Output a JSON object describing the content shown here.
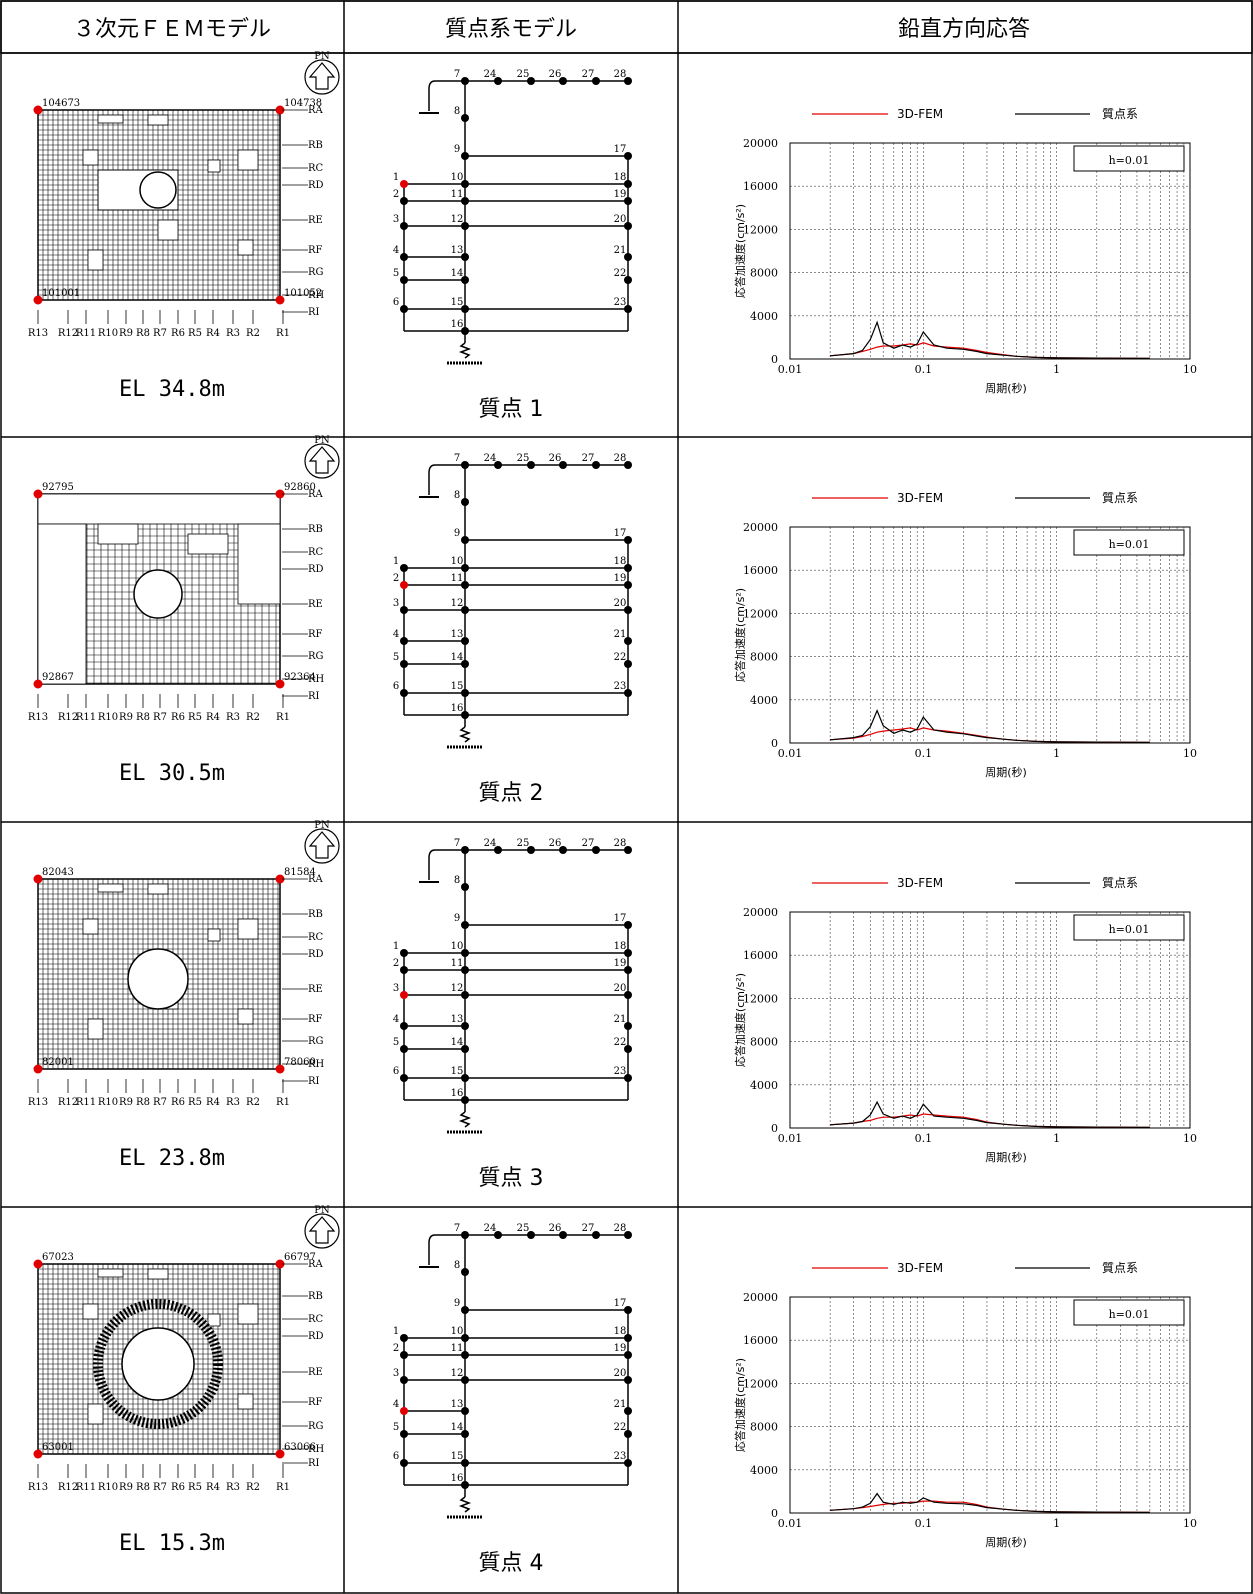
{
  "headers": [
    "３次元ＦＥＭモデル",
    "質点系モデル",
    "鉛直方向応答"
  ],
  "compass_label": "PN",
  "row_axis_labels": [
    "RA",
    "RB",
    "RC",
    "RD",
    "RE",
    "RF",
    "RG",
    "RH",
    "RI"
  ],
  "col_axis_labels": [
    "R13",
    "R12",
    "R11",
    "R10",
    "R9",
    "R8",
    "R7",
    "R6",
    "R5",
    "R4",
    "R3",
    "R2",
    "R1"
  ],
  "stick_node_labels": [
    "1",
    "2",
    "3",
    "4",
    "5",
    "6",
    "7",
    "8",
    "9",
    "10",
    "11",
    "12",
    "13",
    "14",
    "15",
    "16",
    "17",
    "18",
    "19",
    "20",
    "21",
    "22",
    "23",
    "24",
    "25",
    "26",
    "27",
    "28"
  ],
  "legend": {
    "fem": "3D-FEM",
    "stick": "質点系"
  },
  "damping_label": "h=0.01",
  "ylabel": "応答加速度(cm/s²)",
  "xlabel": "周期(秒)",
  "colors": {
    "fem": "#e00000",
    "stick": "#000000",
    "highlight": "#e00000"
  },
  "rows": [
    {
      "elevation": "EL 34.8m",
      "mass_point": "質点 1",
      "corner_nodes": {
        "tl": "104673",
        "tr": "104738",
        "bl": "101001",
        "br": "101052"
      },
      "highlight_node": 1
    },
    {
      "elevation": "EL 30.5m",
      "mass_point": "質点 2",
      "corner_nodes": {
        "tl": "92795",
        "tr": "92860",
        "bl": "92867",
        "br": "92364"
      },
      "highlight_node": 2
    },
    {
      "elevation": "EL 23.8m",
      "mass_point": "質点 3",
      "corner_nodes": {
        "tl": "82043",
        "tr": "81584",
        "bl": "82001",
        "br": "78060"
      },
      "highlight_node": 3
    },
    {
      "elevation": "EL 15.3m",
      "mass_point": "質点 4",
      "corner_nodes": {
        "tl": "67023",
        "tr": "66797",
        "bl": "63001",
        "br": "63066"
      },
      "highlight_node": 4
    }
  ],
  "chart_data": [
    {
      "type": "line",
      "xscale": "log",
      "xlim": [
        0.01,
        10
      ],
      "ylim": [
        0,
        20000
      ],
      "xticks": [
        "0.01",
        "0.1",
        "1",
        "10"
      ],
      "yticks": [
        "0",
        "4000",
        "8000",
        "12000",
        "16000",
        "20000"
      ],
      "xlabel": "周期(秒)",
      "ylabel": "応答加速度(cm/s²)",
      "series": [
        {
          "name": "3D-FEM",
          "color": "#e00000",
          "x": [
            0.02,
            0.03,
            0.035,
            0.04,
            0.045,
            0.05,
            0.06,
            0.07,
            0.08,
            0.09,
            0.1,
            0.12,
            0.15,
            0.2,
            0.25,
            0.3,
            0.4,
            0.5,
            0.7,
            1,
            2,
            5
          ],
          "y": [
            300,
            500,
            700,
            900,
            1100,
            1200,
            1200,
            1300,
            1400,
            1300,
            1500,
            1200,
            1100,
            1000,
            800,
            600,
            400,
            250,
            150,
            100,
            80,
            60
          ]
        },
        {
          "name": "質点系",
          "color": "#000000",
          "x": [
            0.02,
            0.03,
            0.035,
            0.04,
            0.045,
            0.05,
            0.06,
            0.07,
            0.08,
            0.09,
            0.1,
            0.12,
            0.15,
            0.2,
            0.25,
            0.3,
            0.4,
            0.5,
            0.7,
            1,
            2,
            5
          ],
          "y": [
            300,
            500,
            800,
            1800,
            3400,
            1500,
            1000,
            1300,
            1100,
            1400,
            2500,
            1300,
            1000,
            900,
            700,
            500,
            350,
            250,
            150,
            100,
            80,
            60
          ]
        }
      ]
    },
    {
      "type": "line",
      "xscale": "log",
      "xlim": [
        0.01,
        10
      ],
      "ylim": [
        0,
        20000
      ],
      "xticks": [
        "0.01",
        "0.1",
        "1",
        "10"
      ],
      "yticks": [
        "0",
        "4000",
        "8000",
        "12000",
        "16000",
        "20000"
      ],
      "xlabel": "周期(秒)",
      "ylabel": "応答加速度(cm/s²)",
      "series": [
        {
          "name": "3D-FEM",
          "color": "#e00000",
          "x": [
            0.02,
            0.03,
            0.035,
            0.04,
            0.045,
            0.05,
            0.06,
            0.07,
            0.08,
            0.09,
            0.1,
            0.12,
            0.15,
            0.2,
            0.25,
            0.3,
            0.4,
            0.5,
            0.7,
            1,
            2,
            5
          ],
          "y": [
            300,
            450,
            600,
            800,
            1000,
            1100,
            1200,
            1300,
            1400,
            1200,
            1400,
            1200,
            1100,
            900,
            700,
            550,
            350,
            250,
            150,
            100,
            80,
            60
          ]
        },
        {
          "name": "質点系",
          "color": "#000000",
          "x": [
            0.02,
            0.03,
            0.035,
            0.04,
            0.045,
            0.05,
            0.06,
            0.07,
            0.08,
            0.09,
            0.1,
            0.12,
            0.15,
            0.2,
            0.25,
            0.3,
            0.4,
            0.5,
            0.7,
            1,
            2,
            5
          ],
          "y": [
            300,
            500,
            700,
            1500,
            3000,
            1600,
            900,
            1200,
            1000,
            1300,
            2400,
            1200,
            1000,
            850,
            650,
            500,
            350,
            250,
            150,
            100,
            80,
            60
          ]
        }
      ]
    },
    {
      "type": "line",
      "xscale": "log",
      "xlim": [
        0.01,
        10
      ],
      "ylim": [
        0,
        20000
      ],
      "xticks": [
        "0.01",
        "0.1",
        "1",
        "10"
      ],
      "yticks": [
        "0",
        "4000",
        "8000",
        "12000",
        "16000",
        "20000"
      ],
      "xlabel": "周期(秒)",
      "ylabel": "応答加速度(cm/s²)",
      "series": [
        {
          "name": "3D-FEM",
          "color": "#e00000",
          "x": [
            0.02,
            0.03,
            0.035,
            0.04,
            0.045,
            0.05,
            0.06,
            0.07,
            0.08,
            0.09,
            0.1,
            0.12,
            0.15,
            0.2,
            0.25,
            0.3,
            0.4,
            0.5,
            0.7,
            1,
            2,
            5
          ],
          "y": [
            300,
            450,
            600,
            700,
            900,
            1000,
            1000,
            1100,
            1200,
            1100,
            1300,
            1200,
            1100,
            1000,
            800,
            550,
            350,
            250,
            150,
            100,
            80,
            60
          ]
        },
        {
          "name": "質点系",
          "color": "#000000",
          "x": [
            0.02,
            0.03,
            0.035,
            0.04,
            0.045,
            0.05,
            0.06,
            0.07,
            0.08,
            0.09,
            0.1,
            0.12,
            0.15,
            0.2,
            0.25,
            0.3,
            0.4,
            0.5,
            0.7,
            1,
            2,
            5
          ],
          "y": [
            300,
            450,
            600,
            1200,
            2400,
            1300,
            900,
            1100,
            900,
            1200,
            2200,
            1100,
            1000,
            900,
            700,
            500,
            350,
            250,
            150,
            100,
            80,
            60
          ]
        }
      ]
    },
    {
      "type": "line",
      "xscale": "log",
      "xlim": [
        0.01,
        10
      ],
      "ylim": [
        0,
        20000
      ],
      "xticks": [
        "0.01",
        "0.1",
        "1",
        "10"
      ],
      "yticks": [
        "0",
        "4000",
        "8000",
        "12000",
        "16000",
        "20000"
      ],
      "xlabel": "周期(秒)",
      "ylabel": "応答加速度(cm/s²)",
      "series": [
        {
          "name": "3D-FEM",
          "color": "#e00000",
          "x": [
            0.02,
            0.03,
            0.035,
            0.04,
            0.045,
            0.05,
            0.06,
            0.07,
            0.08,
            0.09,
            0.1,
            0.12,
            0.15,
            0.2,
            0.25,
            0.3,
            0.4,
            0.5,
            0.7,
            1,
            2,
            5
          ],
          "y": [
            250,
            400,
            500,
            600,
            700,
            800,
            900,
            900,
            1000,
            1000,
            1100,
            1100,
            1000,
            1000,
            800,
            550,
            350,
            250,
            150,
            100,
            80,
            60
          ]
        },
        {
          "name": "質点系",
          "color": "#000000",
          "x": [
            0.02,
            0.03,
            0.035,
            0.04,
            0.045,
            0.05,
            0.06,
            0.07,
            0.08,
            0.09,
            0.1,
            0.12,
            0.15,
            0.2,
            0.25,
            0.3,
            0.4,
            0.5,
            0.7,
            1,
            2,
            5
          ],
          "y": [
            250,
            400,
            550,
            900,
            1800,
            1000,
            800,
            1000,
            900,
            1000,
            1400,
            1000,
            900,
            850,
            700,
            500,
            350,
            250,
            150,
            100,
            80,
            60
          ]
        }
      ]
    }
  ]
}
